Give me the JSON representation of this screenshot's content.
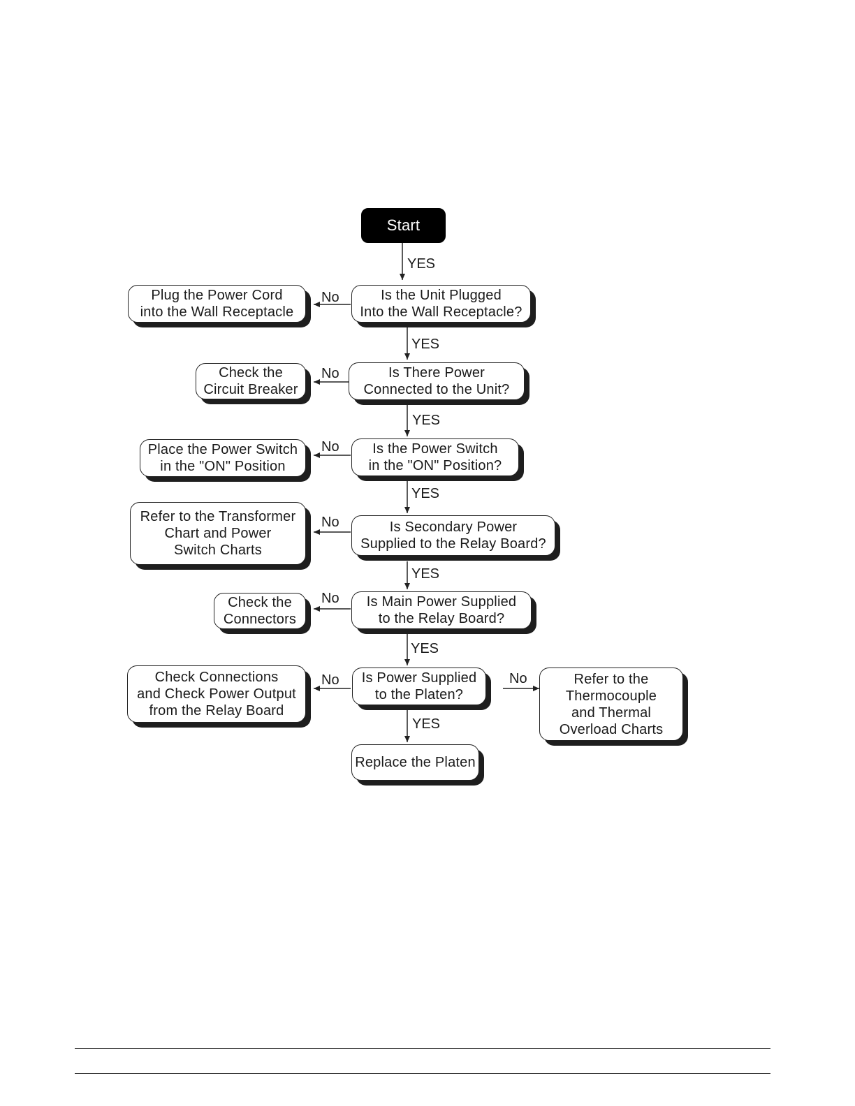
{
  "flowchart": {
    "start": "Start",
    "questions": {
      "plugged": "Is the Unit Plugged\nInto the Wall Receptacle?",
      "power_connected": "Is There Power\nConnected to the Unit?",
      "switch_on": "Is the Power Switch\nin the \"ON\" Position?",
      "secondary_power": "Is Secondary Power\nSupplied to the Relay Board?",
      "main_power": "Is Main Power Supplied\nto the Relay Board?",
      "platen_power": "Is Power Supplied\nto the Platen?"
    },
    "actions": {
      "plug_cord": "Plug the Power Cord\ninto the Wall Receptacle",
      "check_breaker": "Check the\nCircuit Breaker",
      "place_switch": "Place the Power Switch\nin the \"ON\" Position",
      "refer_transformer": "Refer to the Transformer\nChart and Power\nSwitch Charts",
      "check_connectors": "Check the\nConnectors",
      "check_connections": "Check Connections\nand Check Power Output\nfrom the Relay Board",
      "refer_thermocouple": "Refer to the\nThermocouple\nand Thermal\nOverload Charts",
      "replace_platen": "Replace the Platen"
    },
    "labels": {
      "yes": "YES",
      "no": "No"
    }
  }
}
